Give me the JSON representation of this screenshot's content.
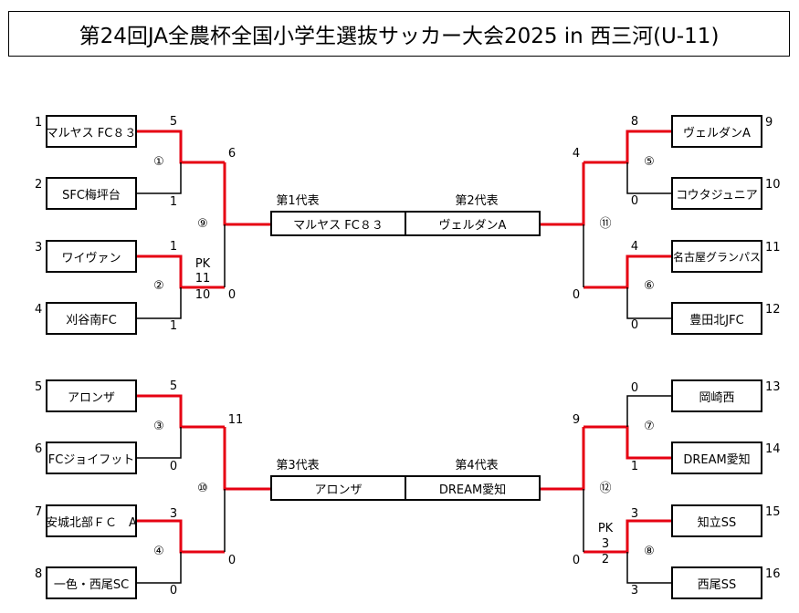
{
  "title": "第24回JA全農杯全国小学生選抜サッカー大会2025 in 西三河(U-11)",
  "colors": {
    "winner_line": "#e60012",
    "loser_line": "#000000"
  },
  "teams": {
    "t1": "マルヤス FC８３",
    "t2": "SFC梅坪台",
    "t3": "ワイヴァン",
    "t4": "刈谷南FC",
    "t5": "アロンザ",
    "t6": "FCジョイフット",
    "t7": "安城北部ＦＣ　A",
    "t8": "一色・西尾SC",
    "t9": "ヴェルダンA",
    "t10": "コウタジュニア",
    "t11": "名古屋グランパス",
    "t12": "豊田北JFC",
    "t13": "岡崎西",
    "t14": "DREAM愛知",
    "t15": "知立SS",
    "t16": "西尾SS"
  },
  "seeds": {
    "s1": "1",
    "s2": "2",
    "s3": "3",
    "s4": "4",
    "s5": "5",
    "s6": "6",
    "s7": "7",
    "s8": "8",
    "s9": "9",
    "s10": "10",
    "s11": "11",
    "s12": "12",
    "s13": "13",
    "s14": "14",
    "s15": "15",
    "s16": "16"
  },
  "scores": {
    "m1_a": "5",
    "m1_b": "1",
    "m2_a": "1",
    "m2_b": "1",
    "m2_pk": "PK",
    "m2_pk_a": "11",
    "m2_pk_b": "10",
    "m9_a": "6",
    "m9_b": "0",
    "m3_a": "5",
    "m3_b": "0",
    "m4_a": "3",
    "m4_b": "0",
    "m10_a": "11",
    "m10_b": "0",
    "m5_a": "8",
    "m5_b": "0",
    "m6_a": "4",
    "m6_b": "0",
    "m11_a": "4",
    "m11_b": "0",
    "m7_a": "0",
    "m7_b": "1",
    "m8_a": "3",
    "m8_b": "3",
    "m8_pk": "PK",
    "m8_pk_a": "3",
    "m8_pk_b": "2",
    "m12_a": "9",
    "m12_b": "0"
  },
  "match_numbers": {
    "n1": "①",
    "n2": "②",
    "n3": "③",
    "n4": "④",
    "n5": "⑤",
    "n6": "⑥",
    "n7": "⑦",
    "n8": "⑧",
    "n9": "⑨",
    "n10": "⑩",
    "n11": "⑪",
    "n12": "⑫"
  },
  "representatives": {
    "rep1_label": "第1代表",
    "rep1_team": "マルヤス FC８３",
    "rep2_label": "第2代表",
    "rep2_team": "ヴェルダンA",
    "rep3_label": "第3代表",
    "rep3_team": "アロンザ",
    "rep4_label": "第4代表",
    "rep4_team": "DREAM愛知"
  }
}
